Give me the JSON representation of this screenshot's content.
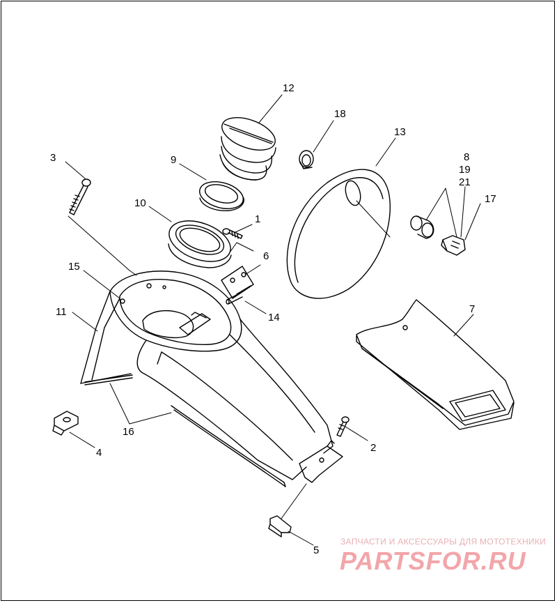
{
  "callouts": [
    {
      "id": "c1",
      "text": "1"
    },
    {
      "id": "c2",
      "text": "2"
    },
    {
      "id": "c3",
      "text": "3"
    },
    {
      "id": "c4",
      "text": "4"
    },
    {
      "id": "c5",
      "text": "5"
    },
    {
      "id": "c6",
      "text": "6"
    },
    {
      "id": "c7",
      "text": "7"
    },
    {
      "id": "c8",
      "text": "8"
    },
    {
      "id": "c19",
      "text": "19"
    },
    {
      "id": "c21",
      "text": "21"
    },
    {
      "id": "c9",
      "text": "9"
    },
    {
      "id": "c10",
      "text": "10"
    },
    {
      "id": "c11",
      "text": "11"
    },
    {
      "id": "c12",
      "text": "12"
    },
    {
      "id": "c13",
      "text": "13"
    },
    {
      "id": "c14",
      "text": "14"
    },
    {
      "id": "c15",
      "text": "15"
    },
    {
      "id": "c16",
      "text": "16"
    },
    {
      "id": "c17",
      "text": "17"
    },
    {
      "id": "c18",
      "text": "18"
    }
  ],
  "watermark": {
    "tagline": "ЗАПЧАСТИ И АКСЕССУАРЫ ДЛЯ МОТОТЕХНИКИ",
    "logo": "PARTSFOR.RU",
    "color": "#f2a6aa"
  },
  "colors": {
    "line": "#000000",
    "background": "#ffffff"
  }
}
